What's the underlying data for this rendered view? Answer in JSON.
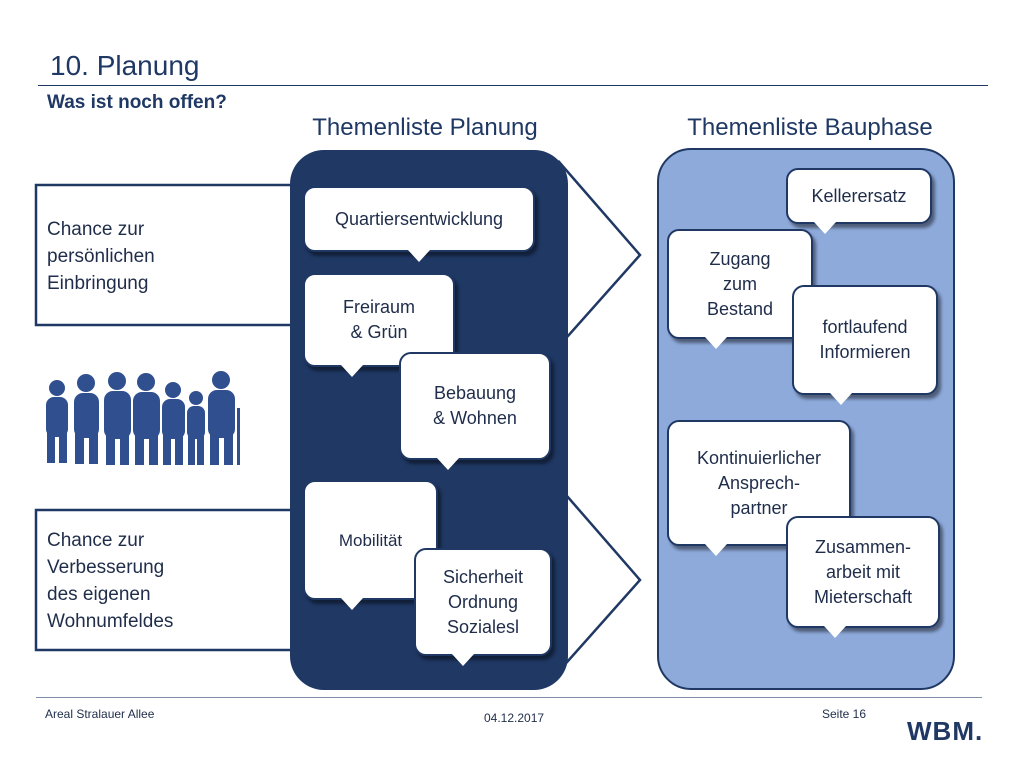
{
  "header": {
    "title": "10. Planung",
    "subtitle": "Was ist noch offen?"
  },
  "columns": {
    "planung": {
      "title": "Themenliste Planung"
    },
    "bauphase": {
      "title": "Themenliste Bauphase"
    }
  },
  "chances": [
    {
      "lines": [
        "Chance zur",
        "persönlichen",
        "Einbringung"
      ]
    },
    {
      "lines": [
        "Chance zur",
        "Verbesserung",
        "des eigenen",
        "Wohnumfeldes"
      ]
    }
  ],
  "planung_topics": [
    {
      "lines": [
        "Quartiersentwicklung"
      ]
    },
    {
      "lines": [
        "Freiraum",
        "& Grün"
      ]
    },
    {
      "lines": [
        "Bebauung",
        "& Wohnen"
      ]
    },
    {
      "lines": [
        "Mobilität"
      ]
    },
    {
      "lines": [
        "Sicherheit",
        "Ordnung",
        "Sozialesl"
      ]
    }
  ],
  "bauphase_topics": [
    {
      "lines": [
        "Kellerersatz"
      ]
    },
    {
      "lines": [
        "Zugang",
        "zum",
        "Bestand"
      ]
    },
    {
      "lines": [
        "fortlaufend",
        "Informieren"
      ]
    },
    {
      "lines": [
        "Kontinuierlicher",
        "Ansprech-",
        "partner"
      ]
    },
    {
      "lines": [
        "Zusammen-",
        "arbeit mit",
        "Mieterschaft"
      ]
    }
  ],
  "footer": {
    "left": "Areal Stralauer Allee",
    "date": "04.12.2017",
    "page": "Seite 16",
    "logo": "WBM."
  },
  "colors": {
    "navy": "#1f3864",
    "light_blue": "#8eaadb"
  }
}
